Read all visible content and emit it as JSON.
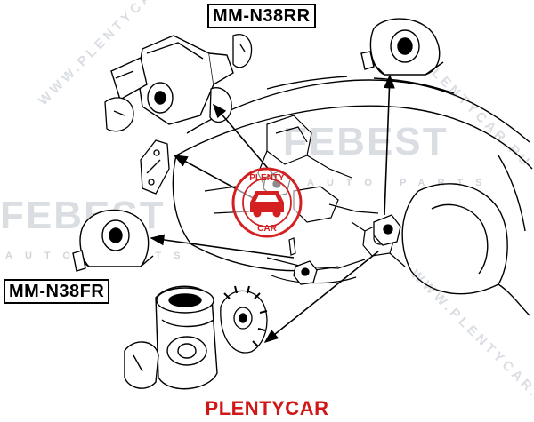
{
  "parts": {
    "rear_mount": "MM-N38RR",
    "front_mount": "MM-N38FR"
  },
  "watermark": {
    "brand": "FEBEST",
    "tagline": "AUTO PARTS",
    "site": "WWW.PLENTYCAR.RU"
  },
  "stamp": {
    "top_text": "PLENTY",
    "bottom_text": "CAR"
  },
  "footer": {
    "brand": "PLENTYCAR"
  },
  "colors": {
    "footer_red": "#d01818",
    "stamp_red": "#d42020",
    "line": "#000000",
    "watermark": "#96a0af"
  }
}
